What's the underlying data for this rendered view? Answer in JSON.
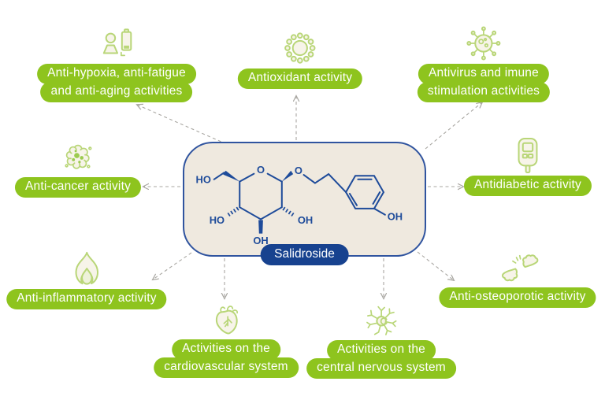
{
  "title": "Salidroside biological activities diagram",
  "center": {
    "compound_label": "Salidroside",
    "atom_labels": {
      "ring_o": "O",
      "glyco_o": "O",
      "ho_ch2": "HO",
      "ho_c4": "HO",
      "oh_c2": "OH",
      "oh_c3": "OH",
      "oh_phenol": "OH"
    }
  },
  "nodes": {
    "hypoxia": {
      "icon": "person-battery-icon",
      "lines": [
        "Anti-hypoxia, anti-fatigue",
        "and anti-aging activities"
      ]
    },
    "antioxidant": {
      "icon": "free-radical-icon",
      "lines": [
        "Antioxidant activity"
      ]
    },
    "antivirus": {
      "icon": "virus-icon",
      "lines": [
        "Antivirus and imune",
        "stimulation activities"
      ]
    },
    "anticancer": {
      "icon": "cancer-cell-icon",
      "lines": [
        "Anti-cancer activity"
      ]
    },
    "antidiabetic": {
      "icon": "glucometer-icon",
      "lines": [
        "Antidiabetic activity"
      ]
    },
    "antiinflammatory": {
      "icon": "flame-icon",
      "lines": [
        "Anti-inflammatory activity"
      ]
    },
    "cardiovascular": {
      "icon": "heart-icon",
      "lines": [
        "Activities on the",
        "cardiovascular system"
      ]
    },
    "cns": {
      "icon": "neuron-icon",
      "lines": [
        "Activities on the",
        "central nervous system"
      ]
    },
    "osteoporotic": {
      "icon": "bone-icon",
      "lines": [
        "Anti-osteoporotic activity"
      ]
    }
  },
  "colors": {
    "pill_green": "#8ec41e",
    "badge_blue": "#17428f",
    "structure_blue": "#1e4b9a",
    "box_fill": "#efe9df",
    "box_border": "#30549f",
    "arrow_gray": "#a9a7a2",
    "icon_green": "#b9d678"
  }
}
